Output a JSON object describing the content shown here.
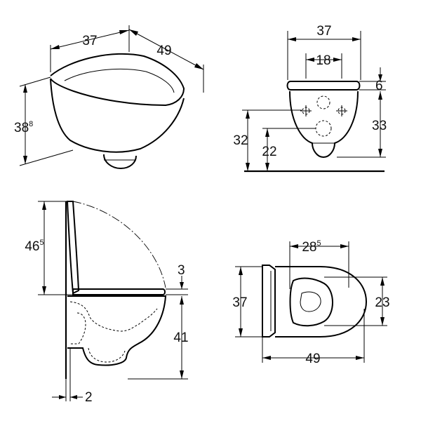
{
  "views": {
    "perspective": {
      "width": "37",
      "depth": "49",
      "height_main": "38",
      "height_sup": "8"
    },
    "front": {
      "overall_width": "37",
      "fixing_spacing": "18",
      "seat_thickness": "6",
      "bowl_height": "33",
      "fixing_height": "32",
      "outlet_height": "22"
    },
    "side": {
      "lid_open_height_main": "46",
      "lid_open_height_sup": "5",
      "seat_thickness": "3",
      "bowl_height": "41",
      "wall_gap": "2"
    },
    "top": {
      "width": "37",
      "inner_width_main": "28",
      "inner_width_sup": "5",
      "opening_depth": "23",
      "overall_depth": "49"
    }
  }
}
